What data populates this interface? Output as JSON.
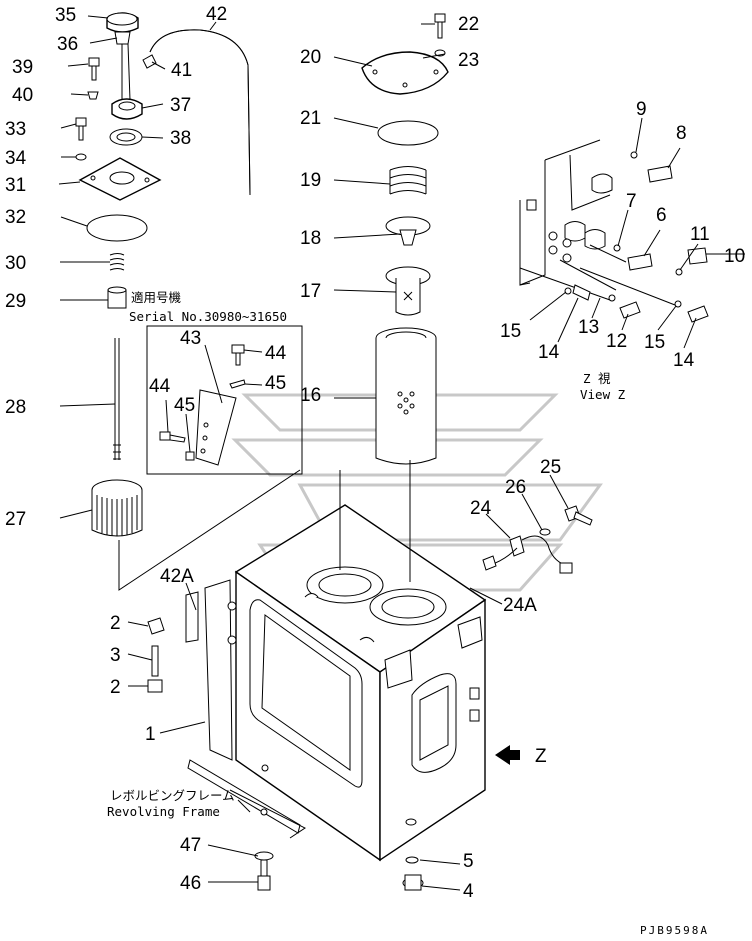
{
  "diagram": {
    "drawing_code": "PJB9598A",
    "labels": [
      "35",
      "36",
      "42",
      "39",
      "41",
      "40",
      "37",
      "33",
      "38",
      "34",
      "31",
      "32",
      "30",
      "29",
      "28",
      "27",
      "22",
      "23",
      "20",
      "21",
      "19",
      "18",
      "17",
      "16",
      "43",
      "44",
      "45",
      "9",
      "8",
      "7",
      "6",
      "11",
      "10",
      "15",
      "13",
      "12",
      "14",
      "25",
      "26",
      "24",
      "24A",
      "42A",
      "2",
      "3",
      "1",
      "47",
      "46",
      "5",
      "4"
    ],
    "serial_note": {
      "jp": "適用号機",
      "en": "Serial No.30980~31650"
    },
    "view_note": {
      "jp": "Z 視",
      "en": "View Z"
    },
    "frame_note": {
      "jp": "レボルビングフレーム",
      "en": "Revolving Frame"
    },
    "arrow_label": "Z"
  }
}
